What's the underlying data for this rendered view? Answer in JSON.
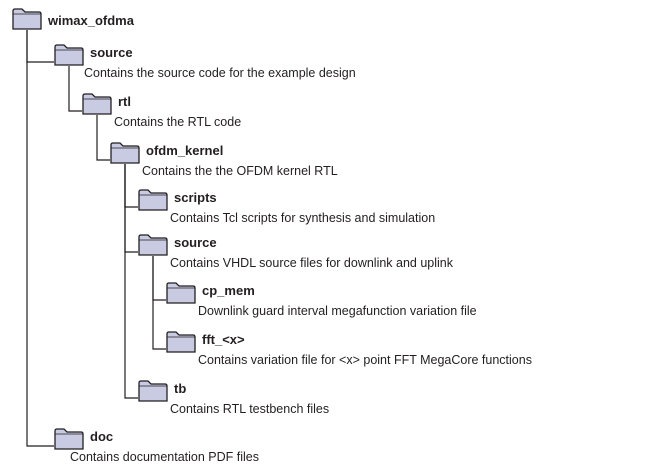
{
  "tree": [
    {
      "id": "wimax_ofdma",
      "name": "wimax_ofdma",
      "description": "",
      "depth": 0,
      "row": 0
    },
    {
      "id": "source",
      "name": "source",
      "description": "Contains the source code for the example design",
      "depth": 1,
      "row": 1
    },
    {
      "id": "rtl",
      "name": "rtl",
      "description": "Contains the RTL code",
      "depth": 2,
      "row": 2
    },
    {
      "id": "ofdm_kernel",
      "name": "ofdm_kernel",
      "description": "Contains the the OFDM kernel RTL",
      "depth": 3,
      "row": 3
    },
    {
      "id": "scripts",
      "name": "scripts",
      "description": "Contains Tcl scripts for synthesis and simulation",
      "depth": 4,
      "row": 4
    },
    {
      "id": "kernel_source",
      "name": "source",
      "description": "Contains VHDL source files for downlink and uplink",
      "depth": 4,
      "row": 5
    },
    {
      "id": "cp_mem",
      "name": "cp_mem",
      "description": "Downlink guard interval megafunction variation file",
      "depth": 5,
      "row": 6
    },
    {
      "id": "fft_x",
      "name": "fft_<x>",
      "description": "Contains variation file for <x> point FFT MegaCore functions",
      "depth": 5,
      "row": 7
    },
    {
      "id": "tb",
      "name": "tb",
      "description": "Contains RTL testbench files",
      "depth": 4,
      "row": 8
    },
    {
      "id": "doc",
      "name": "doc",
      "description": "Contains documentation PDF files",
      "depth": 1,
      "row": 9
    }
  ],
  "edges": [
    [
      "wimax_ofdma",
      "source"
    ],
    [
      "wimax_ofdma",
      "doc"
    ],
    [
      "source",
      "rtl"
    ],
    [
      "rtl",
      "ofdm_kernel"
    ],
    [
      "ofdm_kernel",
      "scripts"
    ],
    [
      "ofdm_kernel",
      "kernel_source"
    ],
    [
      "ofdm_kernel",
      "tb"
    ],
    [
      "kernel_source",
      "cp_mem"
    ],
    [
      "kernel_source",
      "fft_x"
    ]
  ],
  "colors": {
    "folder_fill": "#c9cbe3",
    "folder_stroke": "#231f20",
    "line": "#231f20",
    "text": "#231f20"
  }
}
